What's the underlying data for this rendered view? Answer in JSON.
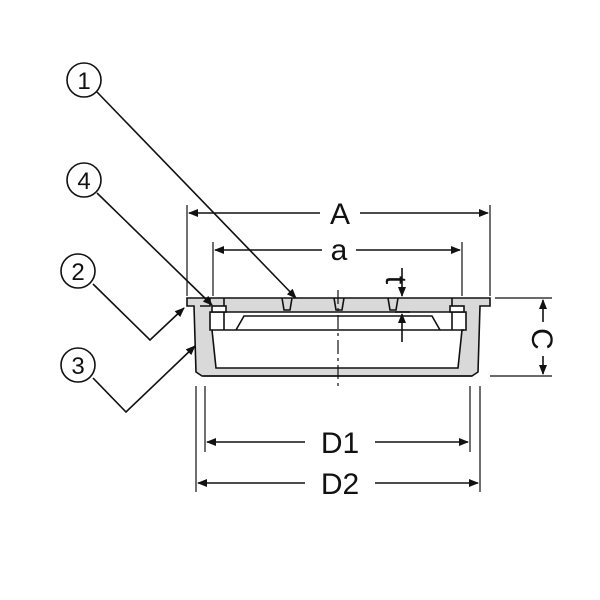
{
  "callouts": [
    "1",
    "4",
    "2",
    "3"
  ],
  "dimensions": {
    "A": "A",
    "a": "a",
    "t": "t",
    "C": "C",
    "D1": "D1",
    "D2": "D2"
  },
  "colors": {
    "line": "#111111",
    "fill": "#d9d9d9"
  }
}
